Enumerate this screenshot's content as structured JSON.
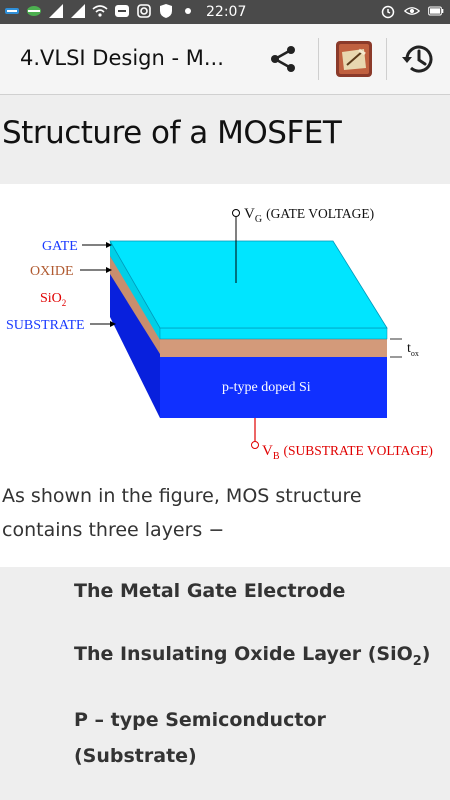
{
  "status_bar": {
    "time": "22:07",
    "battery": "battery-icon",
    "icons_left": [
      "notification-icon",
      "signal-icon",
      "signal-icon",
      "wifi-icon",
      "app-badge-icon",
      "instagram-icon",
      "shield-icon",
      "dot-icon"
    ],
    "icons_right": [
      "alarm-icon",
      "eye-icon",
      "battery-icon"
    ]
  },
  "appbar": {
    "title": "4.VLSI Design - M...",
    "share_icon": "share-icon",
    "notes_icon": "notes-icon",
    "history_icon": "history-icon"
  },
  "content": {
    "heading": "Structure of a MOSFET",
    "figure": {
      "labels": {
        "gate": "GATE",
        "oxide": "OXIDE",
        "sio2_main": "SiO",
        "sio2_sub": "2",
        "substrate": "SUBSTRATE",
        "vg_main": "V",
        "vg_sub": "G",
        "vg_desc": "(GATE VOLTAGE)",
        "tox_main": "t",
        "tox_sub": "ox",
        "body": "p-type doped Si",
        "vb_main": "V",
        "vb_sub": "B",
        "vb_desc": "(SUBSTRATE VOLTAGE)"
      },
      "colors": {
        "gate_top": "#00e5ff",
        "oxide": "#d39a7a",
        "substrate": "#1030ff",
        "label_blue": "#1a3aff",
        "label_red": "#e00000"
      }
    },
    "paragraph": "As shown in the figure, MOS structure contains three layers −",
    "items": [
      {
        "main": "The Metal Gate Electrode",
        "sub": ""
      },
      {
        "main": "The Insulating Oxide Layer (SiO",
        "sub": "2",
        "tail": ")"
      },
      {
        "main": "P – type Semiconductor",
        "second": "(Substrate)"
      }
    ]
  }
}
